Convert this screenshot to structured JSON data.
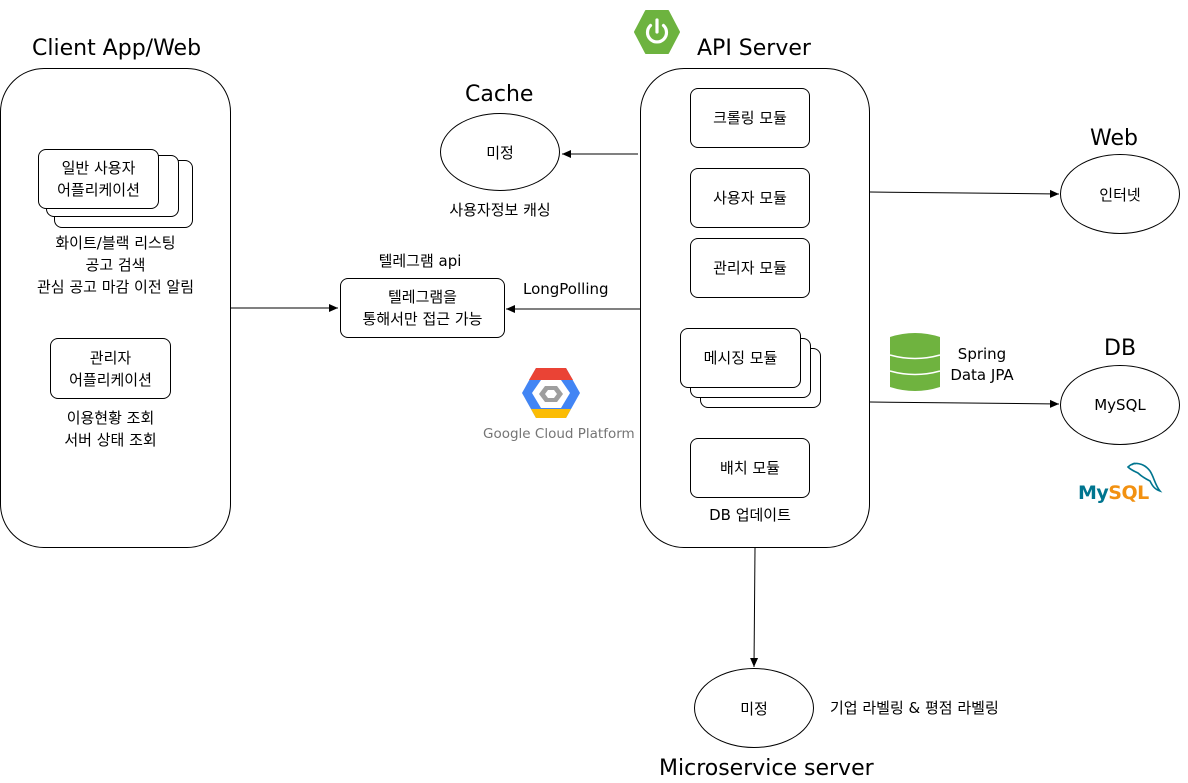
{
  "client": {
    "title": "Client App/Web",
    "user_app": [
      "일반 사용자",
      "어플리케이션"
    ],
    "user_features": [
      "화이트/블랙 리스팅",
      "공고 검색",
      "관심 공고 마감 이전 알림"
    ],
    "admin_app": [
      "관리자",
      "어플리케이션"
    ],
    "admin_features": [
      "이용현황 조회",
      "서버 상태 조회"
    ]
  },
  "cache": {
    "title": "Cache",
    "node": "미정",
    "caption": "사용자정보 캐싱"
  },
  "telegram": {
    "title": "텔레그램 api",
    "box": [
      "텔레그램을",
      "통해서만 접근 가능"
    ],
    "edge_label": "LongPolling",
    "gcp_logo": "Google Cloud Platform"
  },
  "api": {
    "title": "API Server",
    "modules": {
      "crawling": "크롤링 모듈",
      "user": "사용자 모듈",
      "admin": "관리자 모듈",
      "messaging": "메시징 모듈",
      "batch": "배치 모듈"
    },
    "batch_caption": "DB 업데이트"
  },
  "web": {
    "title": "Web",
    "node": "인터넷"
  },
  "db": {
    "title": "DB",
    "node": "MySQL",
    "edge_label": [
      "Spring",
      "Data JPA"
    ],
    "logo_my": "My",
    "logo_sql": "SQL"
  },
  "micro": {
    "title": "Microservice server",
    "node": "미정",
    "caption": "기업 라벨링 & 평점 라벨링"
  },
  "colors": {
    "spring": "#6DB33F",
    "db_icon": "#6FB33F",
    "mysql_blue": "#00758F",
    "mysql_orange": "#F29111",
    "gcp_blue": "#4285F4",
    "gcp_red": "#EA4335",
    "gcp_yellow": "#FBBC05"
  }
}
